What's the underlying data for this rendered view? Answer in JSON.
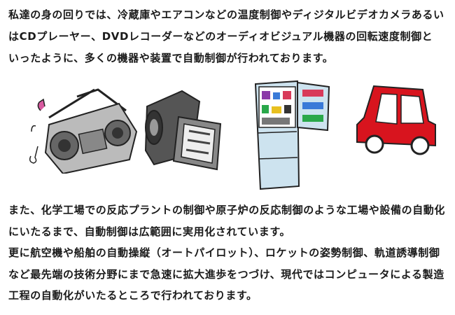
{
  "paragraph1": [
    "私達の身の回りでは、冷蔵庫やエアコンなどの温度制御やディジタルビデオカメラあるい",
    "はCDプレーヤー、DVDレコーダーなどのオーディオビジュアル機器の回転速度制御と",
    "いったように、多くの機器や装置で自動制御が行われております。"
  ],
  "illustrations": [
    "radio-cassette-player",
    "video-camera",
    "refrigerator",
    "car"
  ],
  "colors": {
    "car_body": "#d8141e",
    "fridge": "#cde3ef"
  },
  "paragraph2": [
    "また、化学工場での反応プラントの制御や原子炉の反応制御のような工場や設備の自動化",
    "にいたるまで、自動制御は広範囲に実用化されています。",
    "更に航空機や船舶の自動操縦（オートパイロット）、ロケットの姿勢制御、軌道誘導制御",
    "など最先端の技術分野にまで急速に拡大進歩をつづけ、現代ではコンピュータによる製造",
    "工程の自動化がいたるところで行われております。"
  ]
}
